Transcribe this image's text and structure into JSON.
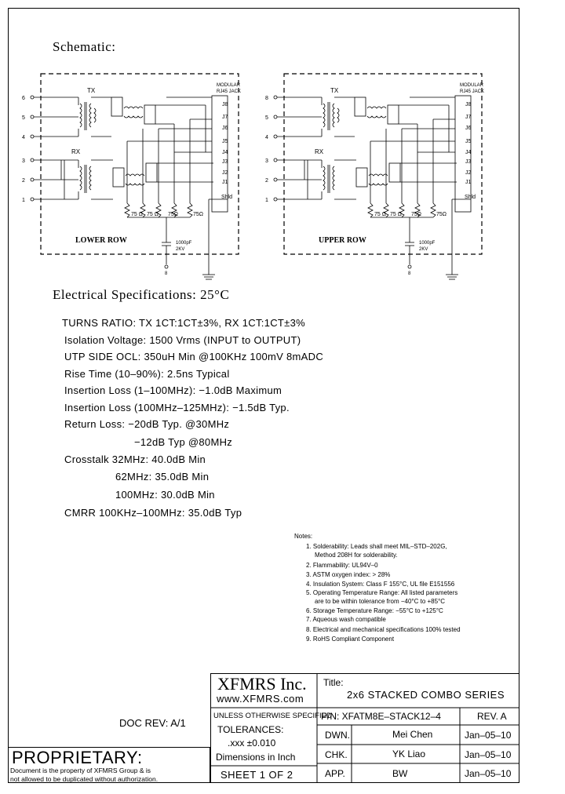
{
  "schematic": {
    "title": "Schematic:",
    "jack_label_1": "MODULAR",
    "jack_label_2": "RJ45 JACK",
    "pins": [
      "J8",
      "J7",
      "J6",
      "J5",
      "J4",
      "J3",
      "J2",
      "J1",
      "Shld"
    ],
    "left_pins": [
      "6",
      "5",
      "4",
      "3",
      "2",
      "1"
    ],
    "tx_label": "TX",
    "rx_label": "RX",
    "resistors": [
      "75 Ω",
      "75 Ω",
      "75Ω",
      "75Ω"
    ],
    "cap_1": "1000pF",
    "cap_2": "2KV",
    "cap_pin": "8",
    "lower_row": {
      "label": "LOWER ROW",
      "left_pins": [
        "6",
        "5",
        "4",
        "3",
        "2",
        "1"
      ],
      "cap_pin": "8"
    },
    "upper_row": {
      "label": "UPPER ROW",
      "left_pins": [
        "8",
        "5",
        "4",
        "3",
        "2",
        "1"
      ],
      "cap_pin": "8"
    }
  },
  "electrical": {
    "title": "Electrical Specifications: 25°C",
    "lines": [
      "TURNS RATIO: TX 1CT:1CT±3%, RX 1CT:1CT±3%",
      "Isolation Voltage: 1500 Vrms (INPUT to OUTPUT)",
      "UTP SIDE OCL: 350uH Min @100KHz 100mV 8mADC",
      "Rise Time (10–90%): 2.5ns Typical",
      "Insertion Loss (1–100MHz): −1.0dB Maximum",
      "Insertion Loss (100MHz–125MHz): −1.5dB Typ.",
      "Return Loss: −20dB Typ. @30MHz",
      "−12dB Typ @80MHz",
      "Crosstalk 32MHz: 40.0dB Min",
      "62MHz: 35.0dB Min",
      "100MHz: 30.0dB Min",
      "CMRR 100KHz–100MHz: 35.0dB Typ"
    ]
  },
  "notes": {
    "title": "Notes:",
    "items": [
      "1. Solderability: Leads shall meet MIL–STD–202G,",
      "Method 208H for solderability.",
      "2. Flammability: UL94V–0",
      "3. ASTM oxygen index: > 28%",
      "4. Insulation System: Class F 155°C, UL file E151556",
      "5. Operating Temperature Range: All listed parameters",
      "are to be within tolerance from −40°C to +85°C",
      "6. Storage Temperature Range: −55°C to +125°C",
      "7. Aqueous wash compatible",
      "8. Electrical and mechanical specifications 100% tested",
      "9. RoHS Compliant Component"
    ]
  },
  "doc_rev": "DOC REV: A/1",
  "proprietary": {
    "title": "PROPRIETARY:",
    "line1": "Document is the property of XFMRS Group & is",
    "line2": "not allowed to be duplicated without authorization."
  },
  "title_block": {
    "company": "XFMRS Inc.",
    "website": "www.XFMRS.com",
    "title_label": "Title:",
    "title": "2x6 STACKED COMBO SERIES",
    "tol_1": "UNLESS OTHERWISE SPECIFIED",
    "tol_2": "TOLERANCES:",
    "tol_3": ".xxx ±0.010",
    "tol_4": "Dimensions in Inch",
    "pn": "P/N: XFATM8E–STACK12–4",
    "rev": "REV. A",
    "dwn_label": "DWN.",
    "dwn_name": "Mei Chen",
    "dwn_date": "Jan–05–10",
    "chk_label": "CHK.",
    "chk_name": "YK Liao",
    "chk_date": "Jan–05–10",
    "app_label": "APP.",
    "app_name": "BW",
    "app_date": "Jan–05–10",
    "sheet": "SHEET 1 OF 2"
  }
}
